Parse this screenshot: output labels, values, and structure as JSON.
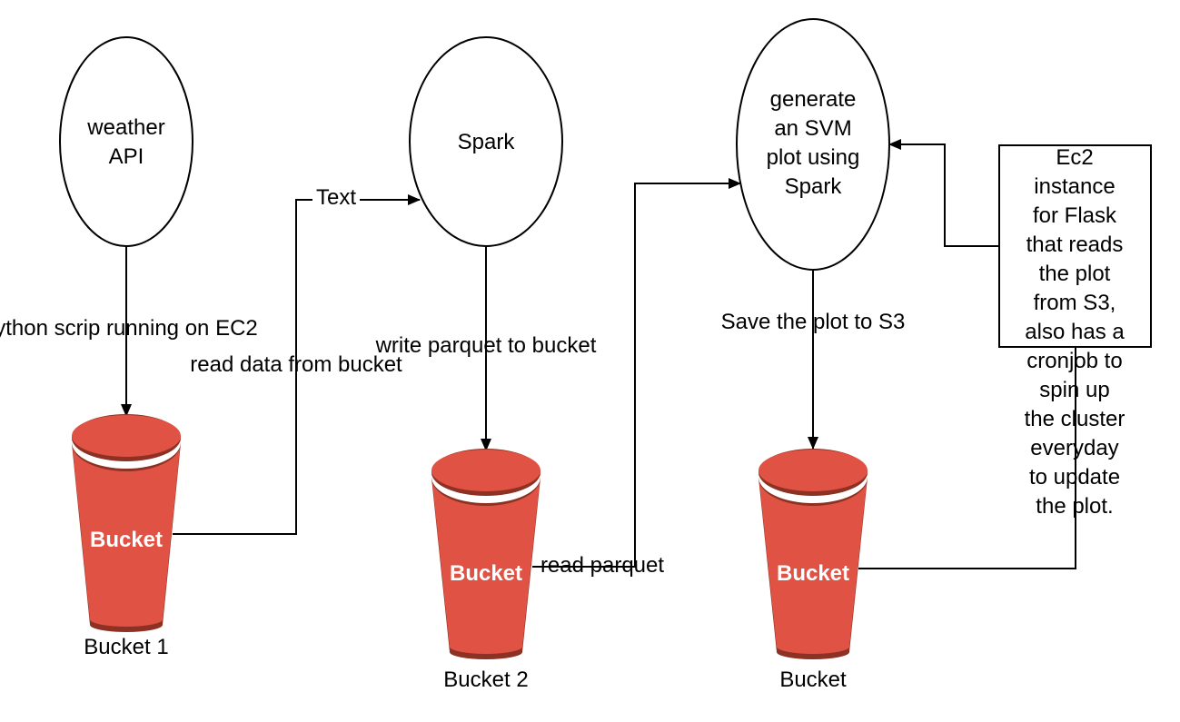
{
  "colors": {
    "bucket_body": "#e05243",
    "bucket_rim": "#8c3123",
    "bucket_band": "#ffffff",
    "line": "#000000"
  },
  "nodes": {
    "weather_api": {
      "label": [
        "weather",
        "API"
      ]
    },
    "spark": {
      "label": [
        "Spark"
      ]
    },
    "svm_plot": {
      "label": [
        "generate",
        "an SVM",
        "plot using",
        "Spark"
      ]
    },
    "flask_ec2": {
      "label": [
        "Ec2",
        "instance",
        "for Flask",
        "that reads",
        "the plot",
        "from S3,",
        "also has a",
        "cronjob to",
        "spin up",
        "the cluster",
        "everyday",
        "to update",
        "the plot."
      ]
    },
    "bucket1": {
      "icon": "s3-bucket-icon",
      "icon_text": "Bucket",
      "caption": "Bucket 1"
    },
    "bucket2": {
      "icon": "s3-bucket-icon",
      "icon_text": "Bucket",
      "caption": "Bucket 2"
    },
    "bucket3": {
      "icon": "s3-bucket-icon",
      "icon_text": "Bucket",
      "caption": "Bucket"
    }
  },
  "edges": {
    "api_to_bucket1": {
      "label": "ython scrip running on EC2"
    },
    "bucket1_to_spark": {
      "label": "read data from bucket",
      "label2": "Text"
    },
    "spark_to_bucket2": {
      "label": "write parquet to bucket"
    },
    "bucket2_to_svm": {
      "label": "read parquet"
    },
    "svm_to_bucket3": {
      "label": "Save the plot to S3"
    }
  }
}
